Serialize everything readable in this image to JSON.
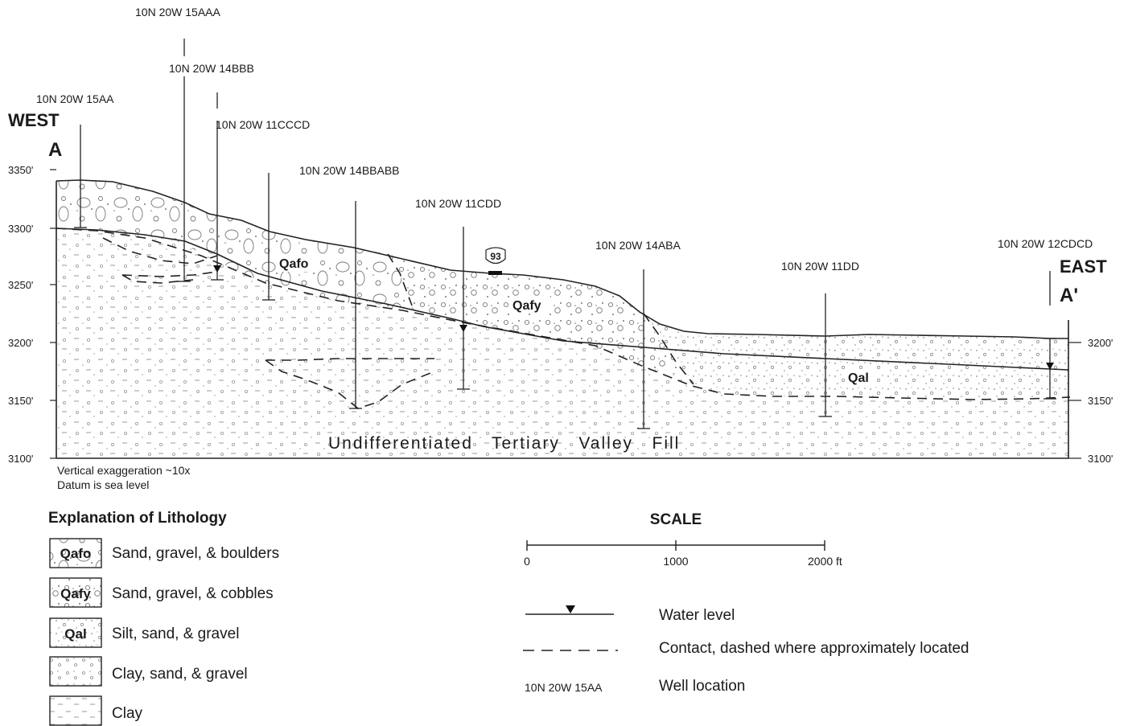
{
  "section": {
    "west_word": "WEST",
    "west_letter": "A",
    "east_word": "EAST",
    "east_letter": "A'",
    "y_ticks_left": [
      "3350'",
      "3300'",
      "3250'",
      "3200'",
      "3150'",
      "3100'"
    ],
    "y_ticks_right": [
      "3200'",
      "3150'",
      "3100'"
    ],
    "notes": [
      "Vertical exaggeration ~10x",
      "Datum is sea level"
    ],
    "highway_shield": "93"
  },
  "wells": [
    {
      "id": "10N 20W 15AA"
    },
    {
      "id": "10N 20W 15AAA"
    },
    {
      "id": "10N 20W 14BBB"
    },
    {
      "id": "10N 20W 11CCCD"
    },
    {
      "id": "10N 20W 14BBABB"
    },
    {
      "id": "10N 20W 11CDD"
    },
    {
      "id": "10N 20W 14ABA"
    },
    {
      "id": "10N 20W 11DD"
    },
    {
      "id": "10N 20W 12CDCD"
    }
  ],
  "units": {
    "qafo": "Qafo",
    "qafy": "Qafy",
    "qal": "Qal",
    "tertiary": "Undifferentiated   Tertiary   Valley   Fill"
  },
  "explanation": {
    "title": "Explanation of Lithology",
    "items": [
      {
        "code": "Qafo",
        "text": "Sand, gravel, & boulders"
      },
      {
        "code": "Qafy",
        "text": "Sand, gravel, & cobbles"
      },
      {
        "code": "Qal",
        "text": "Silt, sand, & gravel"
      },
      {
        "code": "",
        "text": "Clay, sand, & gravel"
      },
      {
        "code": "",
        "text": "Clay"
      }
    ]
  },
  "scale": {
    "title": "SCALE",
    "ticks": [
      "0",
      "1000",
      "2000 ft"
    ]
  },
  "legend": {
    "water_level": "Water level",
    "contact": "Contact, dashed where approximately located",
    "well_example": "10N 20W 15AA",
    "well_location": "Well location"
  }
}
